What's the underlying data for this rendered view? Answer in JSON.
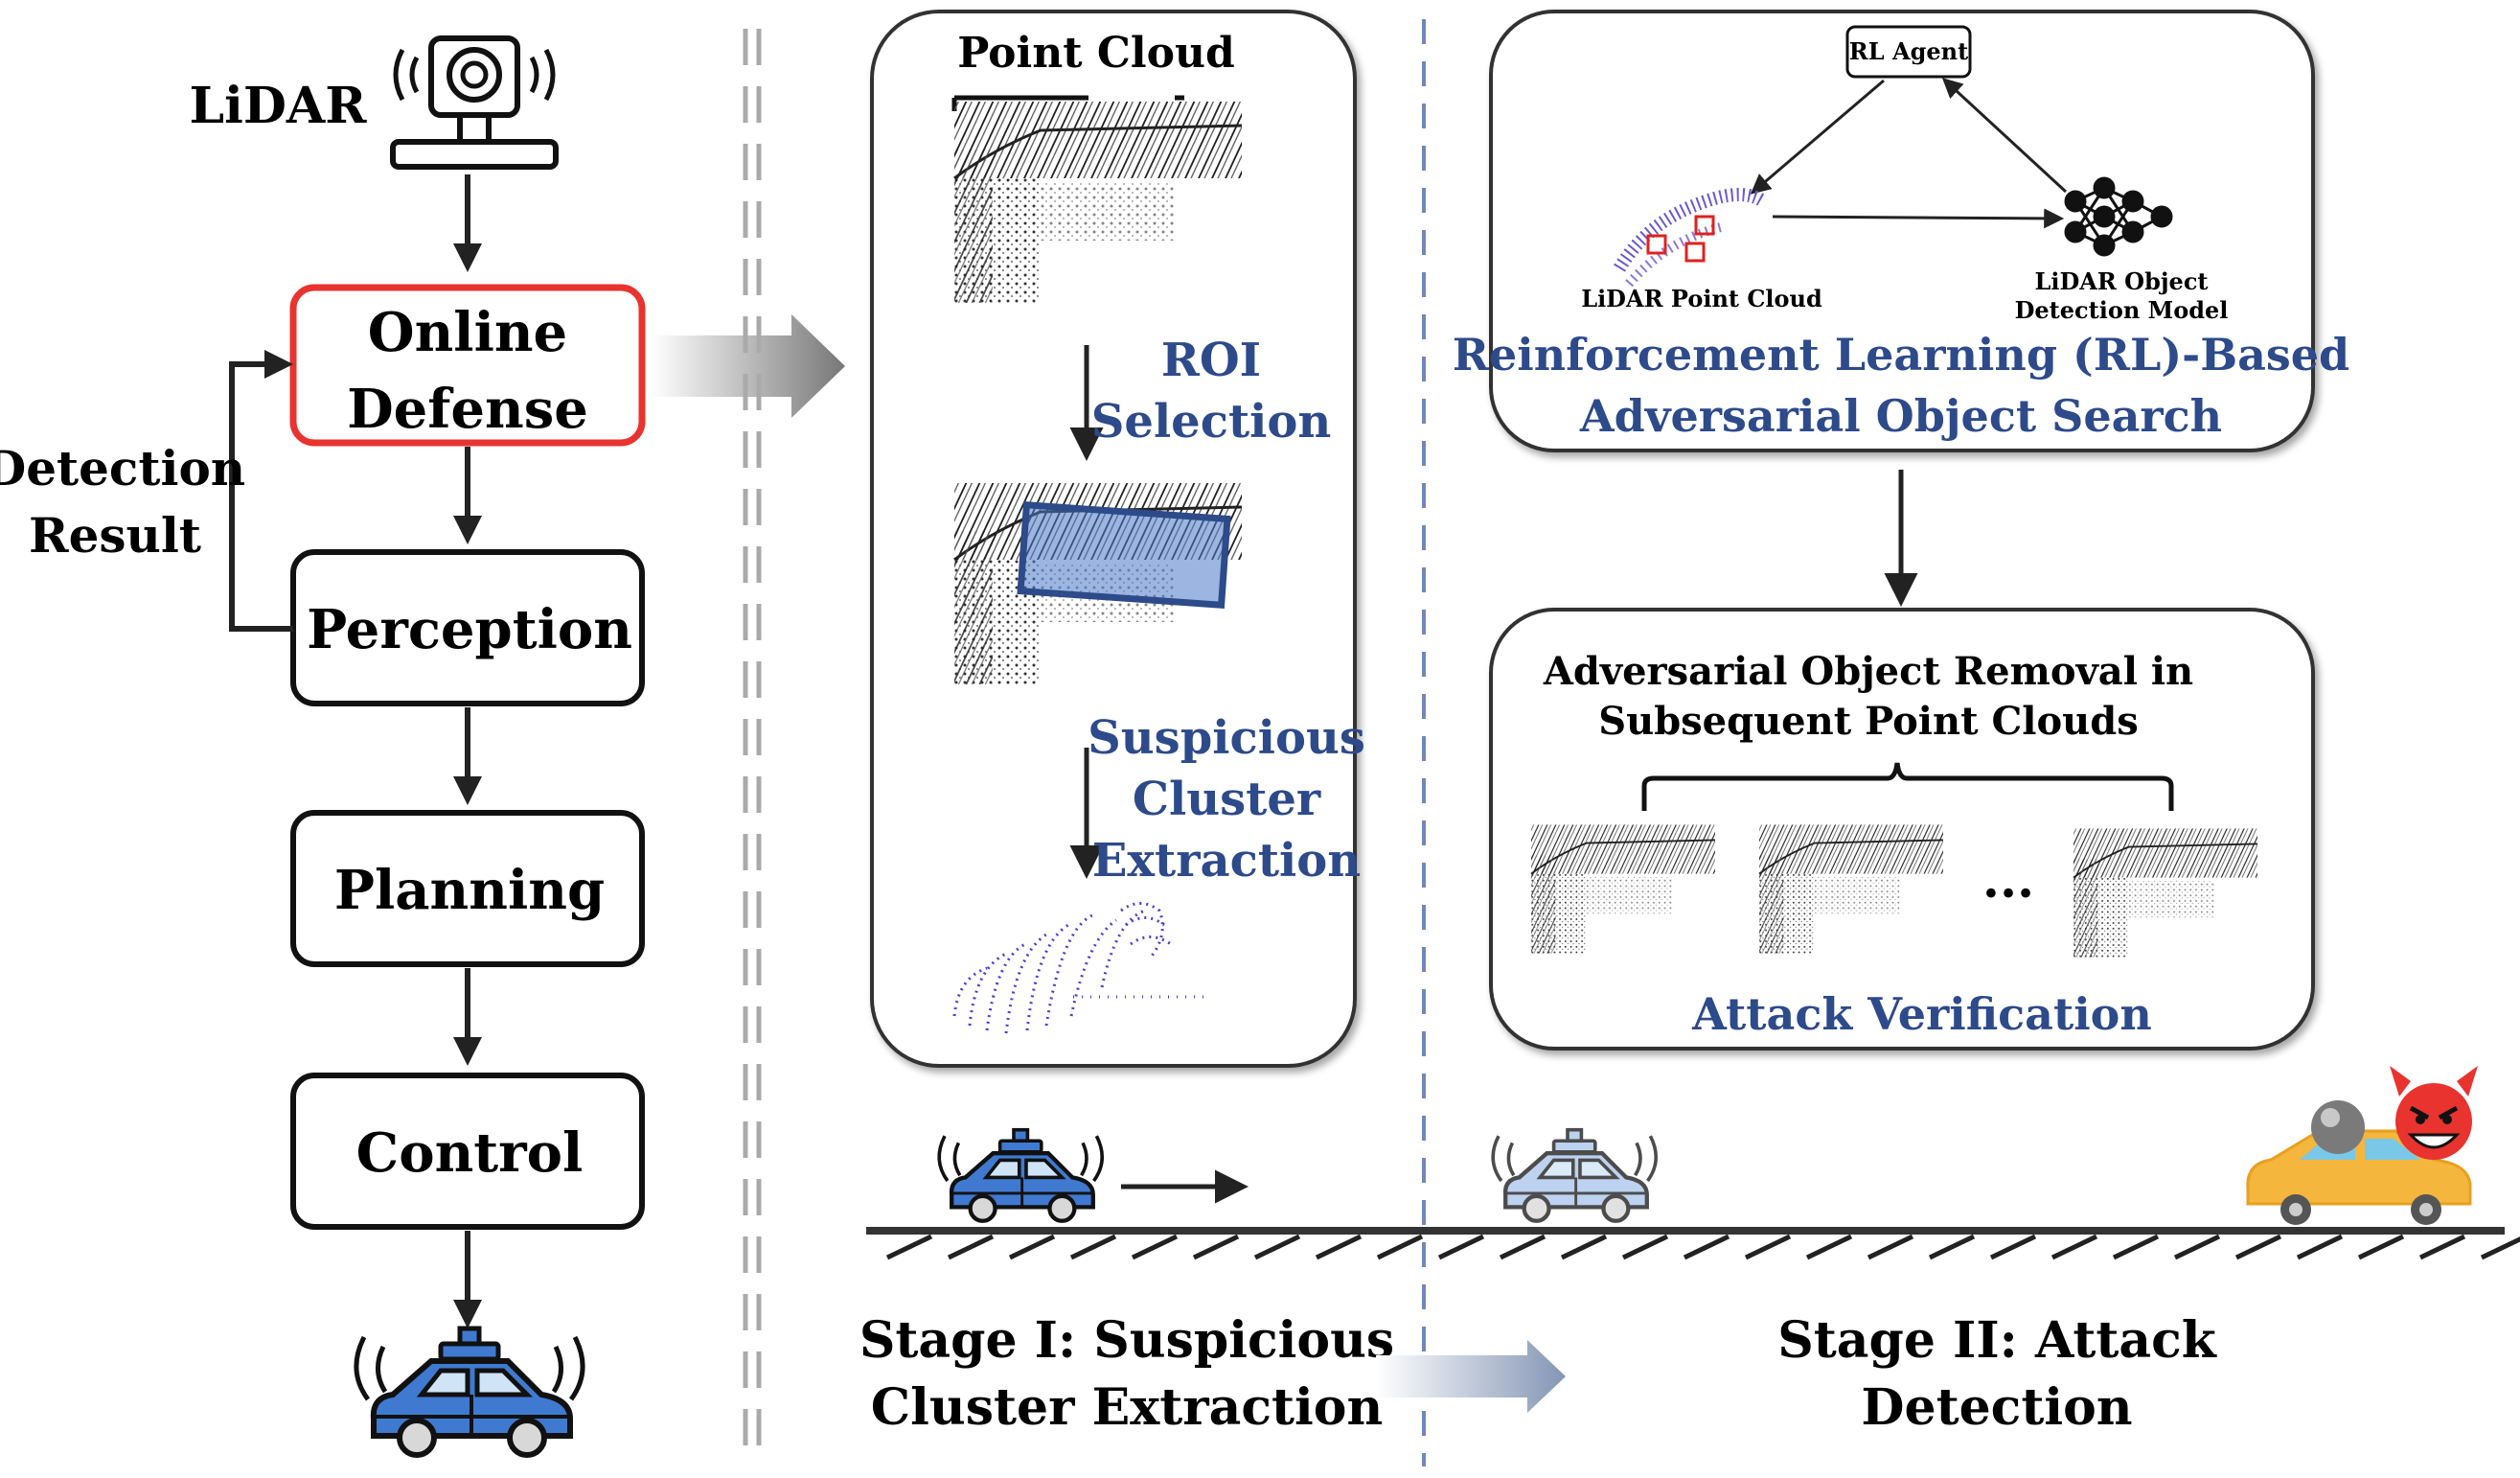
{
  "pipeline": {
    "lidar_label": "LiDAR",
    "online_defense_line1": "Online",
    "online_defense_line2": "Defense",
    "perception": "Perception",
    "planning": "Planning",
    "control": "Control",
    "feedback_line1": "Detection",
    "feedback_line2": "Result"
  },
  "stage1": {
    "point_cloud_title": "Point Cloud",
    "roi_line1": "ROI",
    "roi_line2": "Selection",
    "cluster_line1": "Suspicious",
    "cluster_line2": "Cluster",
    "cluster_line3": "Extraction",
    "caption_line1": "Stage I: Suspicious",
    "caption_line2": "Cluster Extraction"
  },
  "stage2": {
    "rl_agent": "RL Agent",
    "lidar_point_cloud": "LiDAR Point Cloud",
    "model_line1": "LiDAR Object",
    "model_line2": "Detection Model",
    "rl_title_line1": "Reinforcement Learning (RL)-Based",
    "rl_title_line2": "Adversarial Object Search",
    "removal_line1": "Adversarial Object Removal in",
    "removal_line2": "Subsequent Point Clouds",
    "ellipsis": "...",
    "verification": "Attack Verification",
    "caption_line1": "Stage II: Attack",
    "caption_line2": "Detection"
  },
  "colors": {
    "accent_blue": "#2d4a8a",
    "defense_red": "#e8332f",
    "car_blue": "#3f7ad0",
    "attacker_yellow": "#f4b63c",
    "devil_red": "#e8332f"
  },
  "icons": [
    "lidar-sensor-icon",
    "autonomous-car-icon",
    "neural-network-icon",
    "devil-face-icon",
    "attacker-car-icon"
  ]
}
